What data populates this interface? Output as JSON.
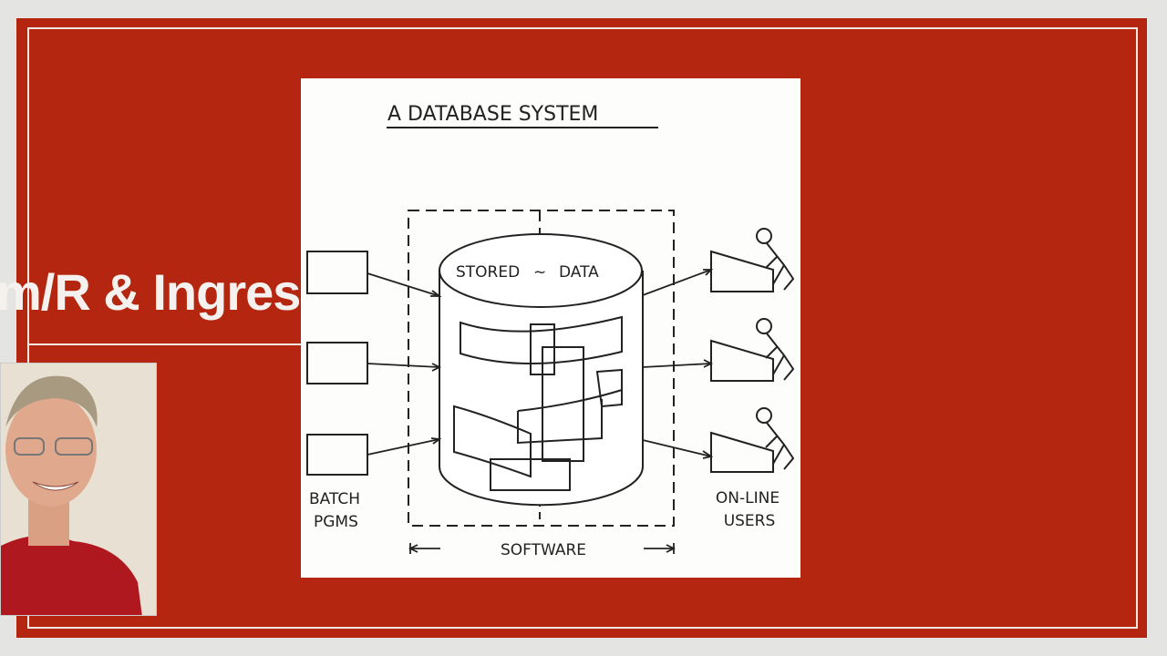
{
  "slide": {
    "title_fragment": "m/R & Ingres"
  },
  "diagram": {
    "title": "A DATABASE SYSTEM",
    "stored_label": "STORED",
    "stored_sep": "~",
    "data_label": "DATA",
    "left_label_line1": "BATCH",
    "left_label_line2": "PGMS",
    "right_label_line1": "ON-LINE",
    "right_label_line2": "USERS",
    "software_label": "SOFTWARE"
  },
  "colors": {
    "slide_red": "#b4260f",
    "frame_line": "#f2e6e0"
  }
}
